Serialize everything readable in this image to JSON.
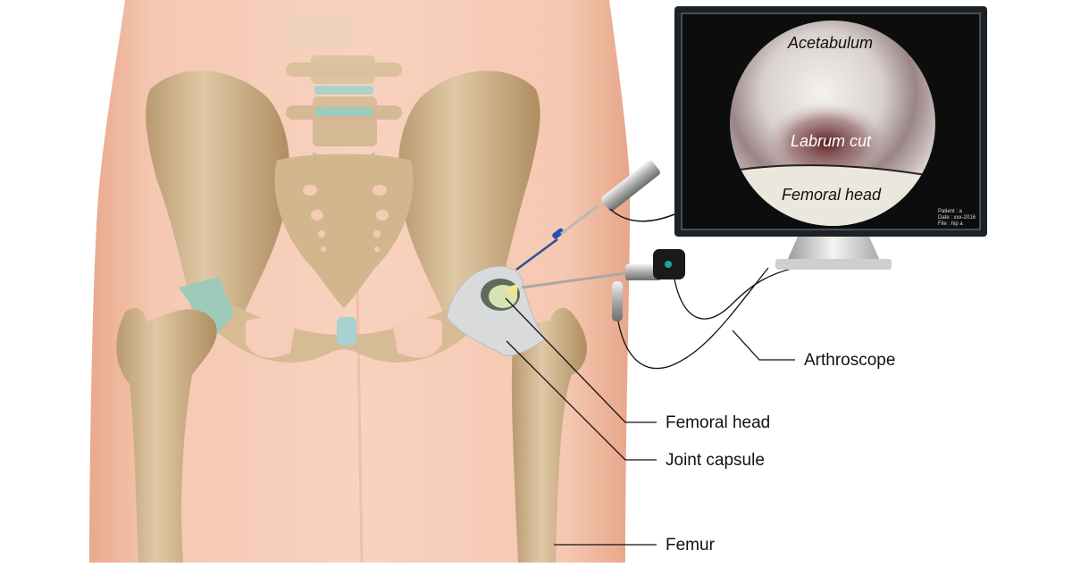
{
  "diagram": {
    "title": "Hip arthroscopy illustration",
    "colors": {
      "skin": "#f5c9b3",
      "skin_shadow": "#e8a98c",
      "bone": "#d9bf9b",
      "bone_shadow": "#a98658",
      "cartilage": "#98cbbf",
      "capsule": "#d8d9db",
      "monitor_frame": "#1c2226",
      "screen_bg": "#0e0e0e",
      "leader_line": "#111111"
    },
    "labels": [
      {
        "id": "arthroscope",
        "text": "Arthroscope"
      },
      {
        "id": "femoral_head",
        "text": "Femoral head"
      },
      {
        "id": "joint_capsule",
        "text": "Joint capsule"
      },
      {
        "id": "femur",
        "text": "Femur"
      }
    ],
    "monitor": {
      "view_labels": {
        "top": "Acetabulum",
        "middle": "Labrum cut",
        "bottom": "Femoral head"
      },
      "patient_info": [
        "Patient : a",
        "Date : xxx-2016",
        "File : hip a"
      ]
    }
  }
}
